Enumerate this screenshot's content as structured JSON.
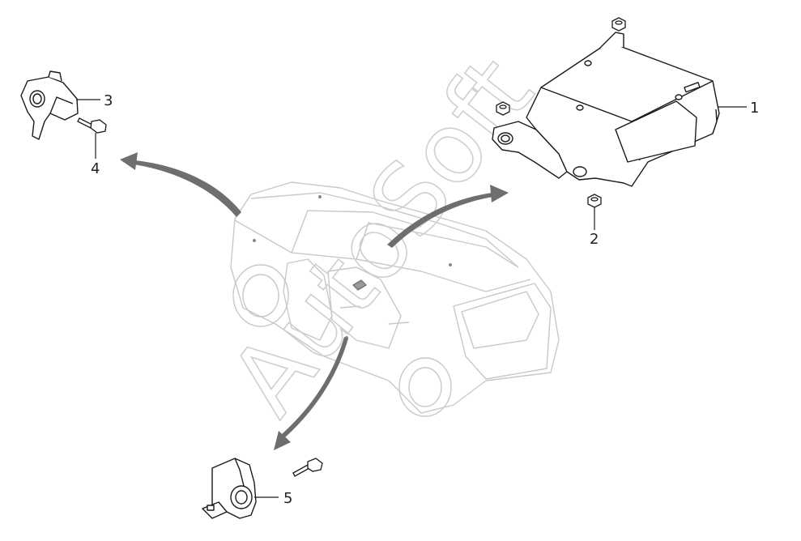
{
  "callouts": [
    "1",
    "2",
    "3",
    "4",
    "5"
  ],
  "watermark": "AutoSoft",
  "colors": {
    "line": "#1a1a1a",
    "car": "#c8c8c8",
    "arrow": "#6e6e6e",
    "watermark": "#cfcfcf"
  }
}
